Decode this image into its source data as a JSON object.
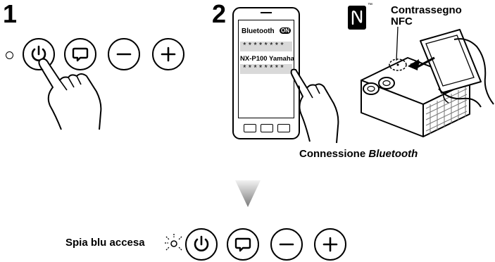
{
  "step1": {
    "number": "1",
    "buttons": [
      {
        "name": "power-icon"
      },
      {
        "name": "speech-bubble-icon"
      },
      {
        "name": "minus-icon"
      },
      {
        "name": "plus-icon"
      }
    ],
    "indicator_lit": false
  },
  "step2": {
    "number": "2",
    "phone": {
      "header": "Bluetooth",
      "toggle": "ON",
      "list_row_1": "********",
      "device_name": "NX-P100 Yamaha",
      "list_row_3": "********"
    },
    "nfc_label": "Contrassegno NFC",
    "nfc_label_line1": "Contrassegno",
    "nfc_label_line2": "NFC",
    "nfc_trademark": "™",
    "caption_prefix": "Connessione ",
    "caption_italic": "Bluetooth"
  },
  "result": {
    "indicator_label": "Spia blu accesa",
    "indicator_lit": true
  },
  "colors": {
    "line": "#000000",
    "arrow_gradient_top": "#f2f2f2",
    "arrow_gradient_bottom": "#7a7a7a"
  }
}
